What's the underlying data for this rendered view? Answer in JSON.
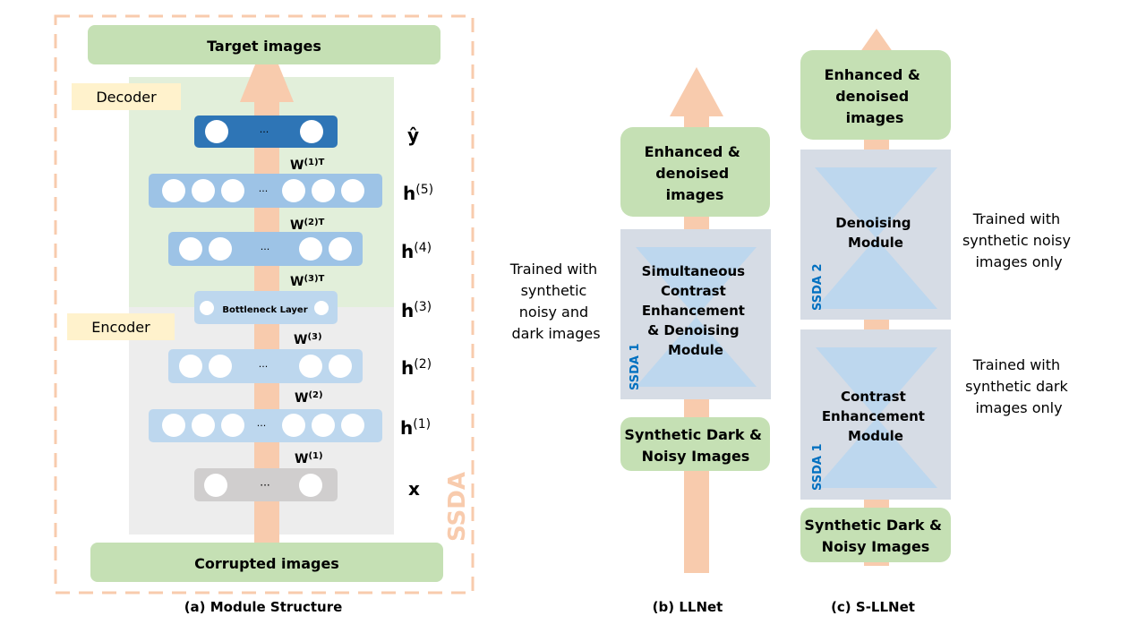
{
  "colors": {
    "arrow": "#f8cbad",
    "green_box": "#c5e0b4",
    "decoder_bg": "#e2efda",
    "encoder_bg": "#ededed",
    "label_bg": "#fff2cc",
    "output_layer": "#2e75b6",
    "decoder_layer": "#9dc3e6",
    "encoder_layer": "#bdd7ee",
    "input_layer": "#d0cece",
    "ssda_box": "#d6dce5",
    "ssda_label": "#0070c0"
  },
  "panel_a": {
    "target": "Target images",
    "corrupted": "Corrupted images",
    "decoder": "Decoder",
    "encoder": "Encoder",
    "bottleneck": "Bottleneck Layer",
    "ellipsis": "···",
    "ssda": "SSDA",
    "weights": [
      {
        "base": "W",
        "sup": "(1)T"
      },
      {
        "base": "W",
        "sup": "(2)T"
      },
      {
        "base": "W",
        "sup": "(3)T"
      },
      {
        "base": "W",
        "sup": "(3)"
      },
      {
        "base": "W",
        "sup": "(2)"
      },
      {
        "base": "W",
        "sup": "(1)"
      }
    ],
    "layers": [
      {
        "base": "ŷ",
        "sup": ""
      },
      {
        "base": "h",
        "sup": "(5)"
      },
      {
        "base": "h",
        "sup": "(4)"
      },
      {
        "base": "h",
        "sup": "(3)"
      },
      {
        "base": "h",
        "sup": "(2)"
      },
      {
        "base": "h",
        "sup": "(1)"
      },
      {
        "base": "x",
        "sup": ""
      }
    ],
    "caption": "(a) Module Structure"
  },
  "panel_b": {
    "output": [
      "Enhanced &",
      "denoised",
      "images"
    ],
    "module": [
      "Simultaneous",
      "Contrast",
      "Enhancement",
      "& Denoising",
      "Module"
    ],
    "ssda": "SSDA 1",
    "input": [
      "Synthetic Dark &",
      "Noisy Images"
    ],
    "note": [
      "Trained with",
      "synthetic",
      "noisy and",
      "dark images"
    ],
    "caption": "(b) LLNet"
  },
  "panel_c": {
    "output": [
      "Enhanced &",
      "denoised",
      "images"
    ],
    "module2": [
      "Denoising",
      "Module"
    ],
    "ssda2": "SSDA 2",
    "module1": [
      "Contrast",
      "Enhancement",
      "Module"
    ],
    "ssda1": "SSDA 1",
    "input": [
      "Synthetic Dark &",
      "Noisy Images"
    ],
    "note2": [
      "Trained with",
      "synthetic noisy",
      "images only"
    ],
    "note1": [
      "Trained with",
      "synthetic dark",
      "images only"
    ],
    "caption": "(c) S-LLNet"
  }
}
